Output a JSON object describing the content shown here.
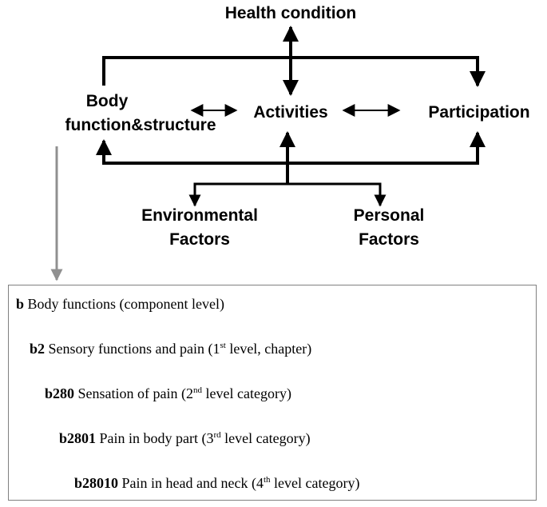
{
  "diagram": {
    "health_condition": "Health condition",
    "body_line1": "Body",
    "body_line2": "function&structure",
    "activities": "Activities",
    "participation": "Participation",
    "env_line1": "Environmental",
    "env_line2": "Factors",
    "personal_line1": "Personal",
    "personal_line2": "Factors"
  },
  "levels": [
    {
      "code": "b",
      "text_before": "Body functions (component level)",
      "sup": "",
      "text_after": ""
    },
    {
      "code": "b2",
      "text_before": "Sensory functions and pain (1",
      "sup": "st",
      "text_after": " level, chapter)"
    },
    {
      "code": "b280",
      "text_before": "Sensation of pain (2",
      "sup": "nd",
      "text_after": " level category)"
    },
    {
      "code": "b2801",
      "text_before": "Pain in body part (3",
      "sup": "rd",
      "text_after": " level category)"
    },
    {
      "code": "b28010",
      "text_before": "Pain in head and neck (4",
      "sup": "th",
      "text_after": " level category)"
    }
  ],
  "colors": {
    "lines": "#000000",
    "pointer": "#909090",
    "box_border": "#808080"
  }
}
